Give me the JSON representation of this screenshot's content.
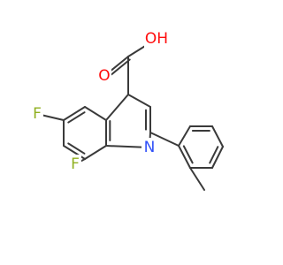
{
  "molecule": {
    "colors": {
      "bond": "#3a3a3a",
      "oxygen": "#ff0d0d",
      "nitrogen": "#3050f8",
      "fluorine": "#90b020"
    },
    "atom_labels": {
      "hydroxyl": "OH",
      "carbonyl_o": "O",
      "ring_n": "N",
      "fluoro_6": "F",
      "fluoro_8": "F"
    }
  }
}
